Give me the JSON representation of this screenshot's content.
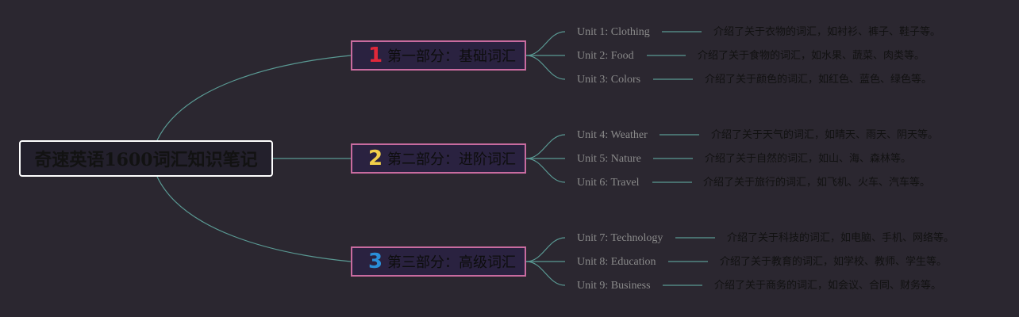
{
  "colors": {
    "background": "#2b2730",
    "connector": "#5a9a94",
    "root_border": "#ffffff",
    "part_border": "#c86b9f",
    "num1": "#e0283a",
    "num2": "#f2d04a",
    "num3": "#2a8fd8"
  },
  "root": {
    "title": "奇速英语1600词汇知识笔记"
  },
  "parts": [
    {
      "number": "1",
      "title": "第一部分：基础词汇",
      "units": [
        {
          "name": "Unit 1: Clothing",
          "desc": "介绍了关于衣物的词汇，如衬衫、裤子、鞋子等。"
        },
        {
          "name": "Unit 2: Food",
          "desc": "介绍了关于食物的词汇，如水果、蔬菜、肉类等。"
        },
        {
          "name": "Unit 3: Colors",
          "desc": "介绍了关于颜色的词汇，如红色、蓝色、绿色等。"
        }
      ]
    },
    {
      "number": "2",
      "title": "第二部分：进阶词汇",
      "units": [
        {
          "name": "Unit 4: Weather",
          "desc": "介绍了关于天气的词汇，如晴天、雨天、阴天等。"
        },
        {
          "name": "Unit 5: Nature",
          "desc": "介绍了关于自然的词汇，如山、海、森林等。"
        },
        {
          "name": "Unit 6: Travel",
          "desc": "介绍了关于旅行的词汇，如飞机、火车、汽车等。"
        }
      ]
    },
    {
      "number": "3",
      "title": "第三部分：高级词汇",
      "units": [
        {
          "name": "Unit 7: Technology",
          "desc": "介绍了关于科技的词汇，如电脑、手机、网络等。"
        },
        {
          "name": "Unit 8: Education",
          "desc": "介绍了关于教育的词汇，如学校、教师、学生等。"
        },
        {
          "name": "Unit 9: Business",
          "desc": "介绍了关于商务的词汇，如会议、合同、财务等。"
        }
      ]
    }
  ]
}
